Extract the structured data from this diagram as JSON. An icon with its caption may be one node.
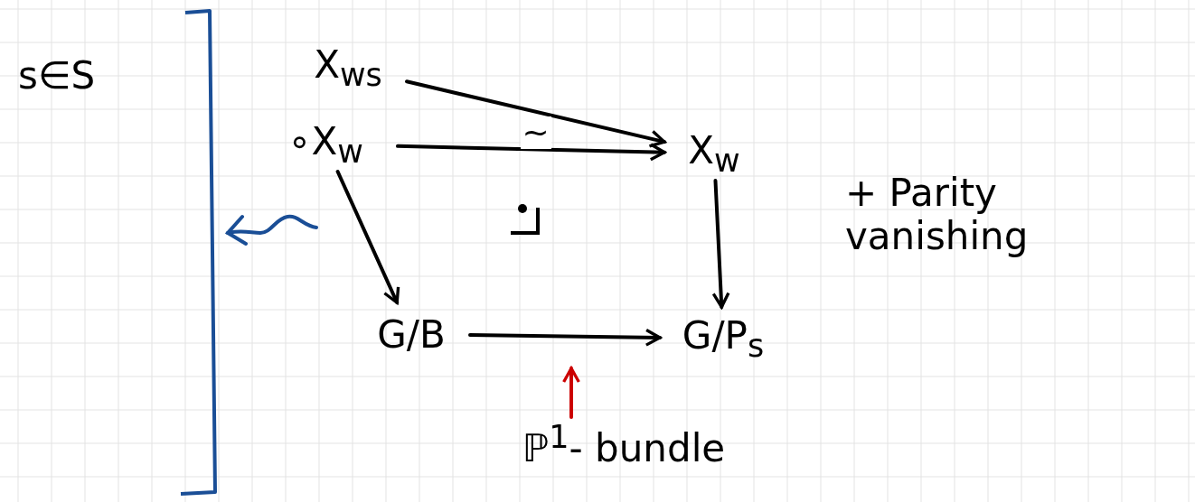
{
  "diagram": {
    "nodes": [
      {
        "text": [
          "X$_{ws}$"
        ]
      },
      {
        "text": [
          "∘X$_{w}$"
        ]
      },
      {
        "text": [
          "X$_{w}$"
        ]
      },
      {
        "text": [
          "G/B"
        ]
      },
      {
        "text": [
          "G/P$_{s}$"
        ]
      },
      {
        "text": [
          "ℙ$^{1}$- bundle"
        ]
      }
    ],
    "edges": [
      {
        "from": 0,
        "to": 2,
        "arrow": "to"
      },
      {
        "from": 1,
        "to": 2,
        "arrow": "to",
        "label": "~"
      },
      {
        "from": 1,
        "to": 3,
        "arrow": "to"
      },
      {
        "from": 2,
        "to": 4,
        "arrow": "to"
      },
      {
        "from": 3,
        "to": 4,
        "arrow": "to"
      },
      {
        "from": 5,
        "to": null,
        "arrow": "to",
        "color": "#cc0000"
      }
    ],
    "labels": [
      "s∈S",
      "+ Parity vanishing"
    ]
  }
}
